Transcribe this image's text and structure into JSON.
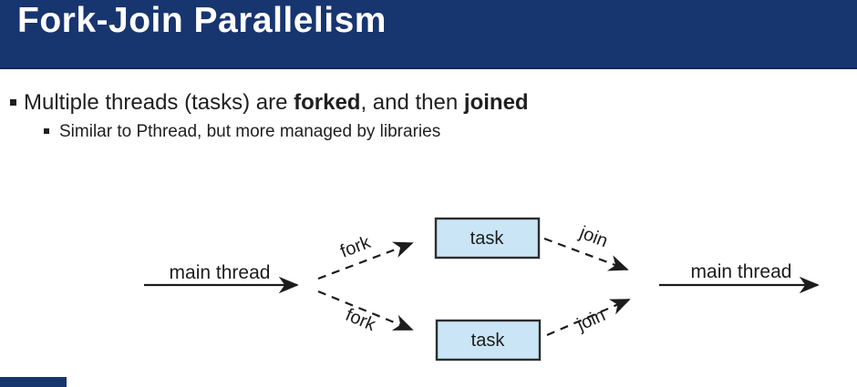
{
  "header": {
    "title": "Fork-Join Parallelism"
  },
  "bullets": {
    "main": {
      "pre": "Multiple threads (tasks) are ",
      "bold1": "forked",
      "mid": ", and then ",
      "bold2": "joined"
    },
    "sub": "Similar to Pthread, but more managed by libraries"
  },
  "diagram": {
    "main_thread_left": "main thread",
    "fork_top": "fork",
    "fork_bottom": "fork",
    "task_top": "task",
    "task_bottom": "task",
    "join_top": "join",
    "join_bottom": "join",
    "main_thread_right": "main thread",
    "colors": {
      "task_fill": "#c9e5f6",
      "task_border": "#2d2d2d",
      "line": "#1c1c1c"
    }
  },
  "theme": {
    "header_bg": "#17356f",
    "header_text": "#ffffff",
    "accent_bar": "#17356f"
  }
}
